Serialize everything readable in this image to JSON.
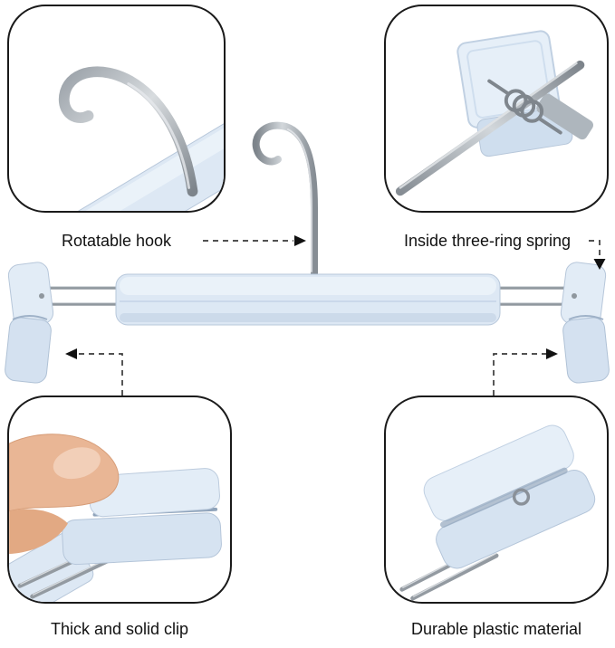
{
  "callouts": {
    "rotatable_hook": {
      "label": "Rotatable hook"
    },
    "three_ring_spring": {
      "label": "Inside three-ring spring"
    },
    "solid_clip": {
      "label": "Thick and solid clip"
    },
    "durable_plastic": {
      "label": "Durable plastic material"
    }
  },
  "colors": {
    "plastic_highlight": "#eaf2f9",
    "plastic": "#dde8f4",
    "plastic_shade": "#cfdeee",
    "plastic_outline": "#b7c7da",
    "metal": "#8f979e",
    "metal_dark": "#7f868d",
    "metal_light": "#d9dde1",
    "skin": "#e9b695",
    "callout_border": "#1a1a1a",
    "label_text": "#111111",
    "arrow": "#3a3a3a"
  }
}
